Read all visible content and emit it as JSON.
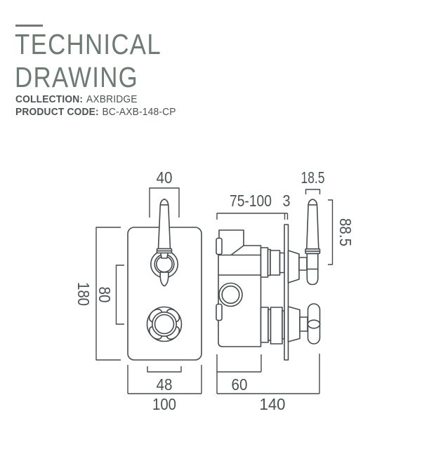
{
  "header": {
    "title_line1": "TECHNICAL",
    "title_line2": "DRAWING",
    "collection_label": "COLLECTION:",
    "collection_value": "AXBRIDGE",
    "product_label": "PRODUCT CODE:",
    "product_value": "BC-AXB-148-CP"
  },
  "drawing": {
    "dims": {
      "lever_width": "40",
      "side_handle_width": "18.5",
      "recess_depth_range": "75-100",
      "plate_thickness": "3",
      "handle_height": "88.5",
      "plate_height": "180",
      "handle_centres": "80",
      "base_width": "48",
      "plate_width": "100",
      "body_depth": "60",
      "overall_depth": "140"
    }
  },
  "colors": {
    "title": "#6e7b75",
    "meta_text": "#4c5254",
    "line": "#454a4d",
    "dim_text": "#4b5053",
    "background": "#ffffff"
  }
}
